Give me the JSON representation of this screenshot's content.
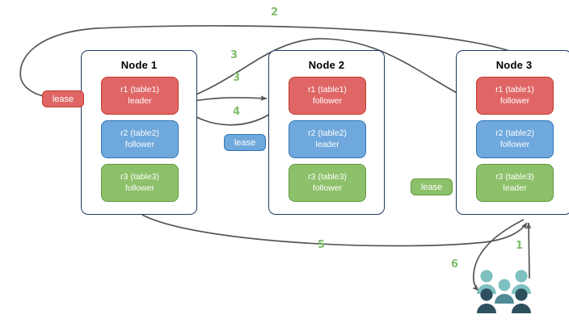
{
  "diagram": {
    "title": "",
    "colors": {
      "red": "#e06666",
      "red_border": "#c0392b",
      "blue": "#6fa8dc",
      "blue_border": "#2e75b6",
      "green": "#8dc06a",
      "green_border": "#5f9a3c",
      "node_border": "#1f3864",
      "arrow": "#555555",
      "step_label": "#7fbf6a",
      "users_light": "#7fc0c0",
      "users_mid": "#4f8a96",
      "users_dark": "#2d4f5e"
    },
    "nodes": [
      {
        "title": "Node 1",
        "replicas": [
          {
            "name": "r1 (table1)",
            "role": "leader",
            "color": "red"
          },
          {
            "name": "r2 (table2)",
            "role": "follower",
            "color": "blue"
          },
          {
            "name": "r3 (table3)",
            "role": "follower",
            "color": "green"
          }
        ]
      },
      {
        "title": "Node 2",
        "replicas": [
          {
            "name": "r1 (table1)",
            "role": "follower",
            "color": "red"
          },
          {
            "name": "r2 (table2)",
            "role": "leader",
            "color": "blue"
          },
          {
            "name": "r3 (table3)",
            "role": "follower",
            "color": "green"
          }
        ]
      },
      {
        "title": "Node 3",
        "replicas": [
          {
            "name": "r1 (table1)",
            "role": "follower",
            "color": "red"
          },
          {
            "name": "r2 (table2)",
            "role": "follower",
            "color": "blue"
          },
          {
            "name": "r3 (table3)",
            "role": "leader",
            "color": "green"
          }
        ]
      }
    ],
    "leases": [
      {
        "label": "lease",
        "color": "red"
      },
      {
        "label": "lease",
        "color": "blue"
      },
      {
        "label": "lease",
        "color": "green"
      }
    ],
    "steps": [
      {
        "label": "2"
      },
      {
        "label": "3"
      },
      {
        "label": "3"
      },
      {
        "label": "4"
      },
      {
        "label": "5"
      },
      {
        "label": "1"
      },
      {
        "label": "6"
      }
    ],
    "users_icon": "users-group-icon"
  }
}
